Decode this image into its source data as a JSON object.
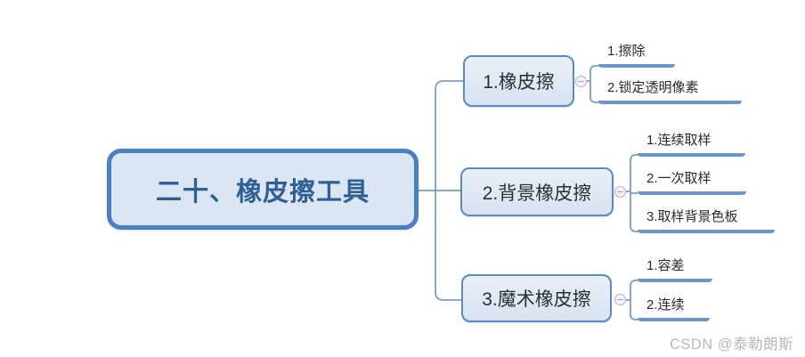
{
  "page": {
    "background": "#ffffff",
    "watermark": "CSDN @泰勒朗斯"
  },
  "colors": {
    "root_border": "#4a80c1",
    "node_fill": "#dce6f2",
    "branch_border": "#5b8ac5",
    "root_text": "#2e6095",
    "branch_text": "#2b2f38",
    "child_text": "#2a2a2a",
    "connector_line": "#7b9dc9",
    "child_underline": "#6b96cc",
    "toggle_border": "#b5aac8",
    "watermark_text": "#b8b8b8"
  },
  "mindmap": {
    "root": {
      "label": "二十、橡皮擦工具"
    },
    "branches": [
      {
        "label": "1.橡皮擦",
        "toggle_state": "expanded",
        "children": [
          {
            "label": "1.擦除"
          },
          {
            "label": "2.锁定透明像素"
          }
        ]
      },
      {
        "label": "2.背景橡皮擦",
        "toggle_state": "expanded",
        "children": [
          {
            "label": "1.连续取样"
          },
          {
            "label": "2.一次取样"
          },
          {
            "label": "3.取样背景色板"
          }
        ]
      },
      {
        "label": "3.魔术橡皮擦",
        "toggle_state": "expanded",
        "children": [
          {
            "label": "1.容差"
          },
          {
            "label": "2.连续"
          }
        ]
      }
    ]
  }
}
